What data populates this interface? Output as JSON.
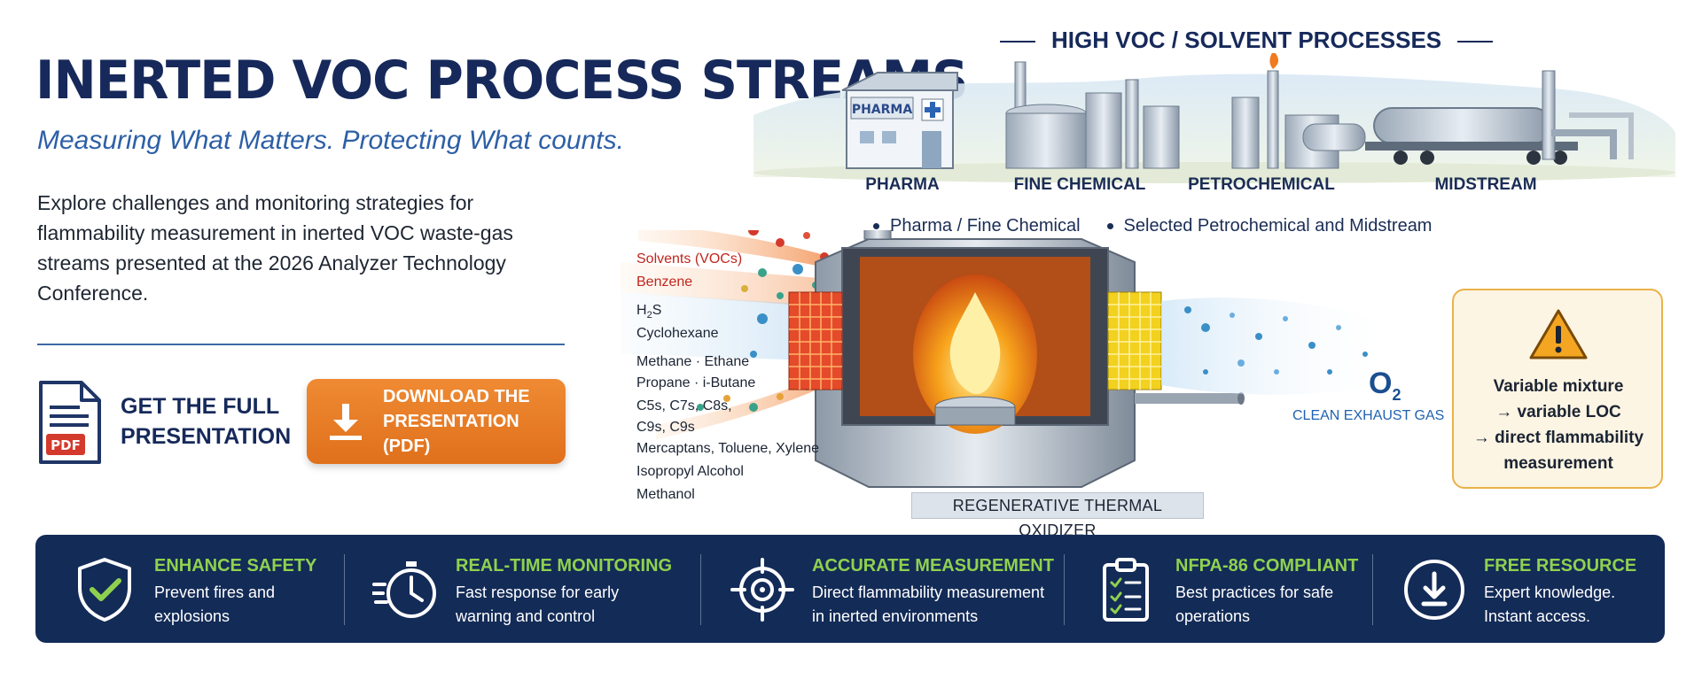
{
  "hero": {
    "title": "INERTED VOC PROCESS STREAMS",
    "subtitle": "Measuring What Matters. Protecting What counts.",
    "intro": "Explore challenges and monitoring strategies for flammability measurement in inerted VOC waste-gas streams presented at the 2026 Analyzer Technology Conference."
  },
  "cta": {
    "pdf_badge": "PDF",
    "get_line1": "GET THE FULL",
    "get_line2": "PRESENTATION",
    "download_line1": "DOWNLOAD THE",
    "download_line2": "PRESENTATION (PDF)"
  },
  "industries": {
    "title": "HIGH VOC / SOLVENT PROCESSES",
    "pharma_sign": "PHARMA",
    "labels": [
      "PHARMA",
      "FINE CHEMICAL",
      "PETROCHEMICAL",
      "MIDSTREAM"
    ],
    "bullets": [
      "Pharma / Fine Chemical",
      "Selected Petrochemical and Midstream"
    ]
  },
  "gases": {
    "solvents": "Solvents (VOCs)",
    "benzene": "Benzene",
    "h2s_main": "H",
    "h2s_sub": "2",
    "h2s_end": "S",
    "cyclohexane": "Cyclohexane",
    "methane_ethane": "Methane · Ethane",
    "propane_butane": "Propane · i-Butane",
    "c5_c8": "C5s, C7s, C8s,",
    "c9": "C9s, C9s",
    "mercaptans": "Mercaptans, Toluene, Xylene",
    "ipa": "Isopropyl Alcohol",
    "methanol": "Methanol"
  },
  "oxidizer": {
    "label": "REGENERATIVE THERMAL OXIDIZER",
    "o2_main": "O",
    "o2_sub": "2",
    "exhaust": "CLEAN EXHAUST GAS"
  },
  "warning": {
    "line1": "Variable mixture",
    "line2": "→ variable LOC",
    "line3": "→ direct flammability",
    "line4": "measurement"
  },
  "features": [
    {
      "title": "ENHANCE SAFETY",
      "body": "Prevent fires and explosions",
      "icon": "shield-check-icon"
    },
    {
      "title": "REAL-TIME MONITORING",
      "body": "Fast response for early warning and control",
      "icon": "stopwatch-icon"
    },
    {
      "title": "ACCURATE MEASUREMENT",
      "body": "Direct flammability measurement in inerted environments",
      "icon": "target-icon"
    },
    {
      "title": "NFPA-86 COMPLIANT",
      "body": "Best practices for safe operations",
      "icon": "clipboard-icon"
    },
    {
      "title": "FREE RESOURCE",
      "body": "Expert knowledge. Instant access.",
      "icon": "download-circle-icon"
    }
  ],
  "colors": {
    "navy": "#16295a",
    "accent_blue": "#2d5fa6",
    "orange": "#e87b26",
    "green": "#8fd14f",
    "banner": "#132b57"
  }
}
